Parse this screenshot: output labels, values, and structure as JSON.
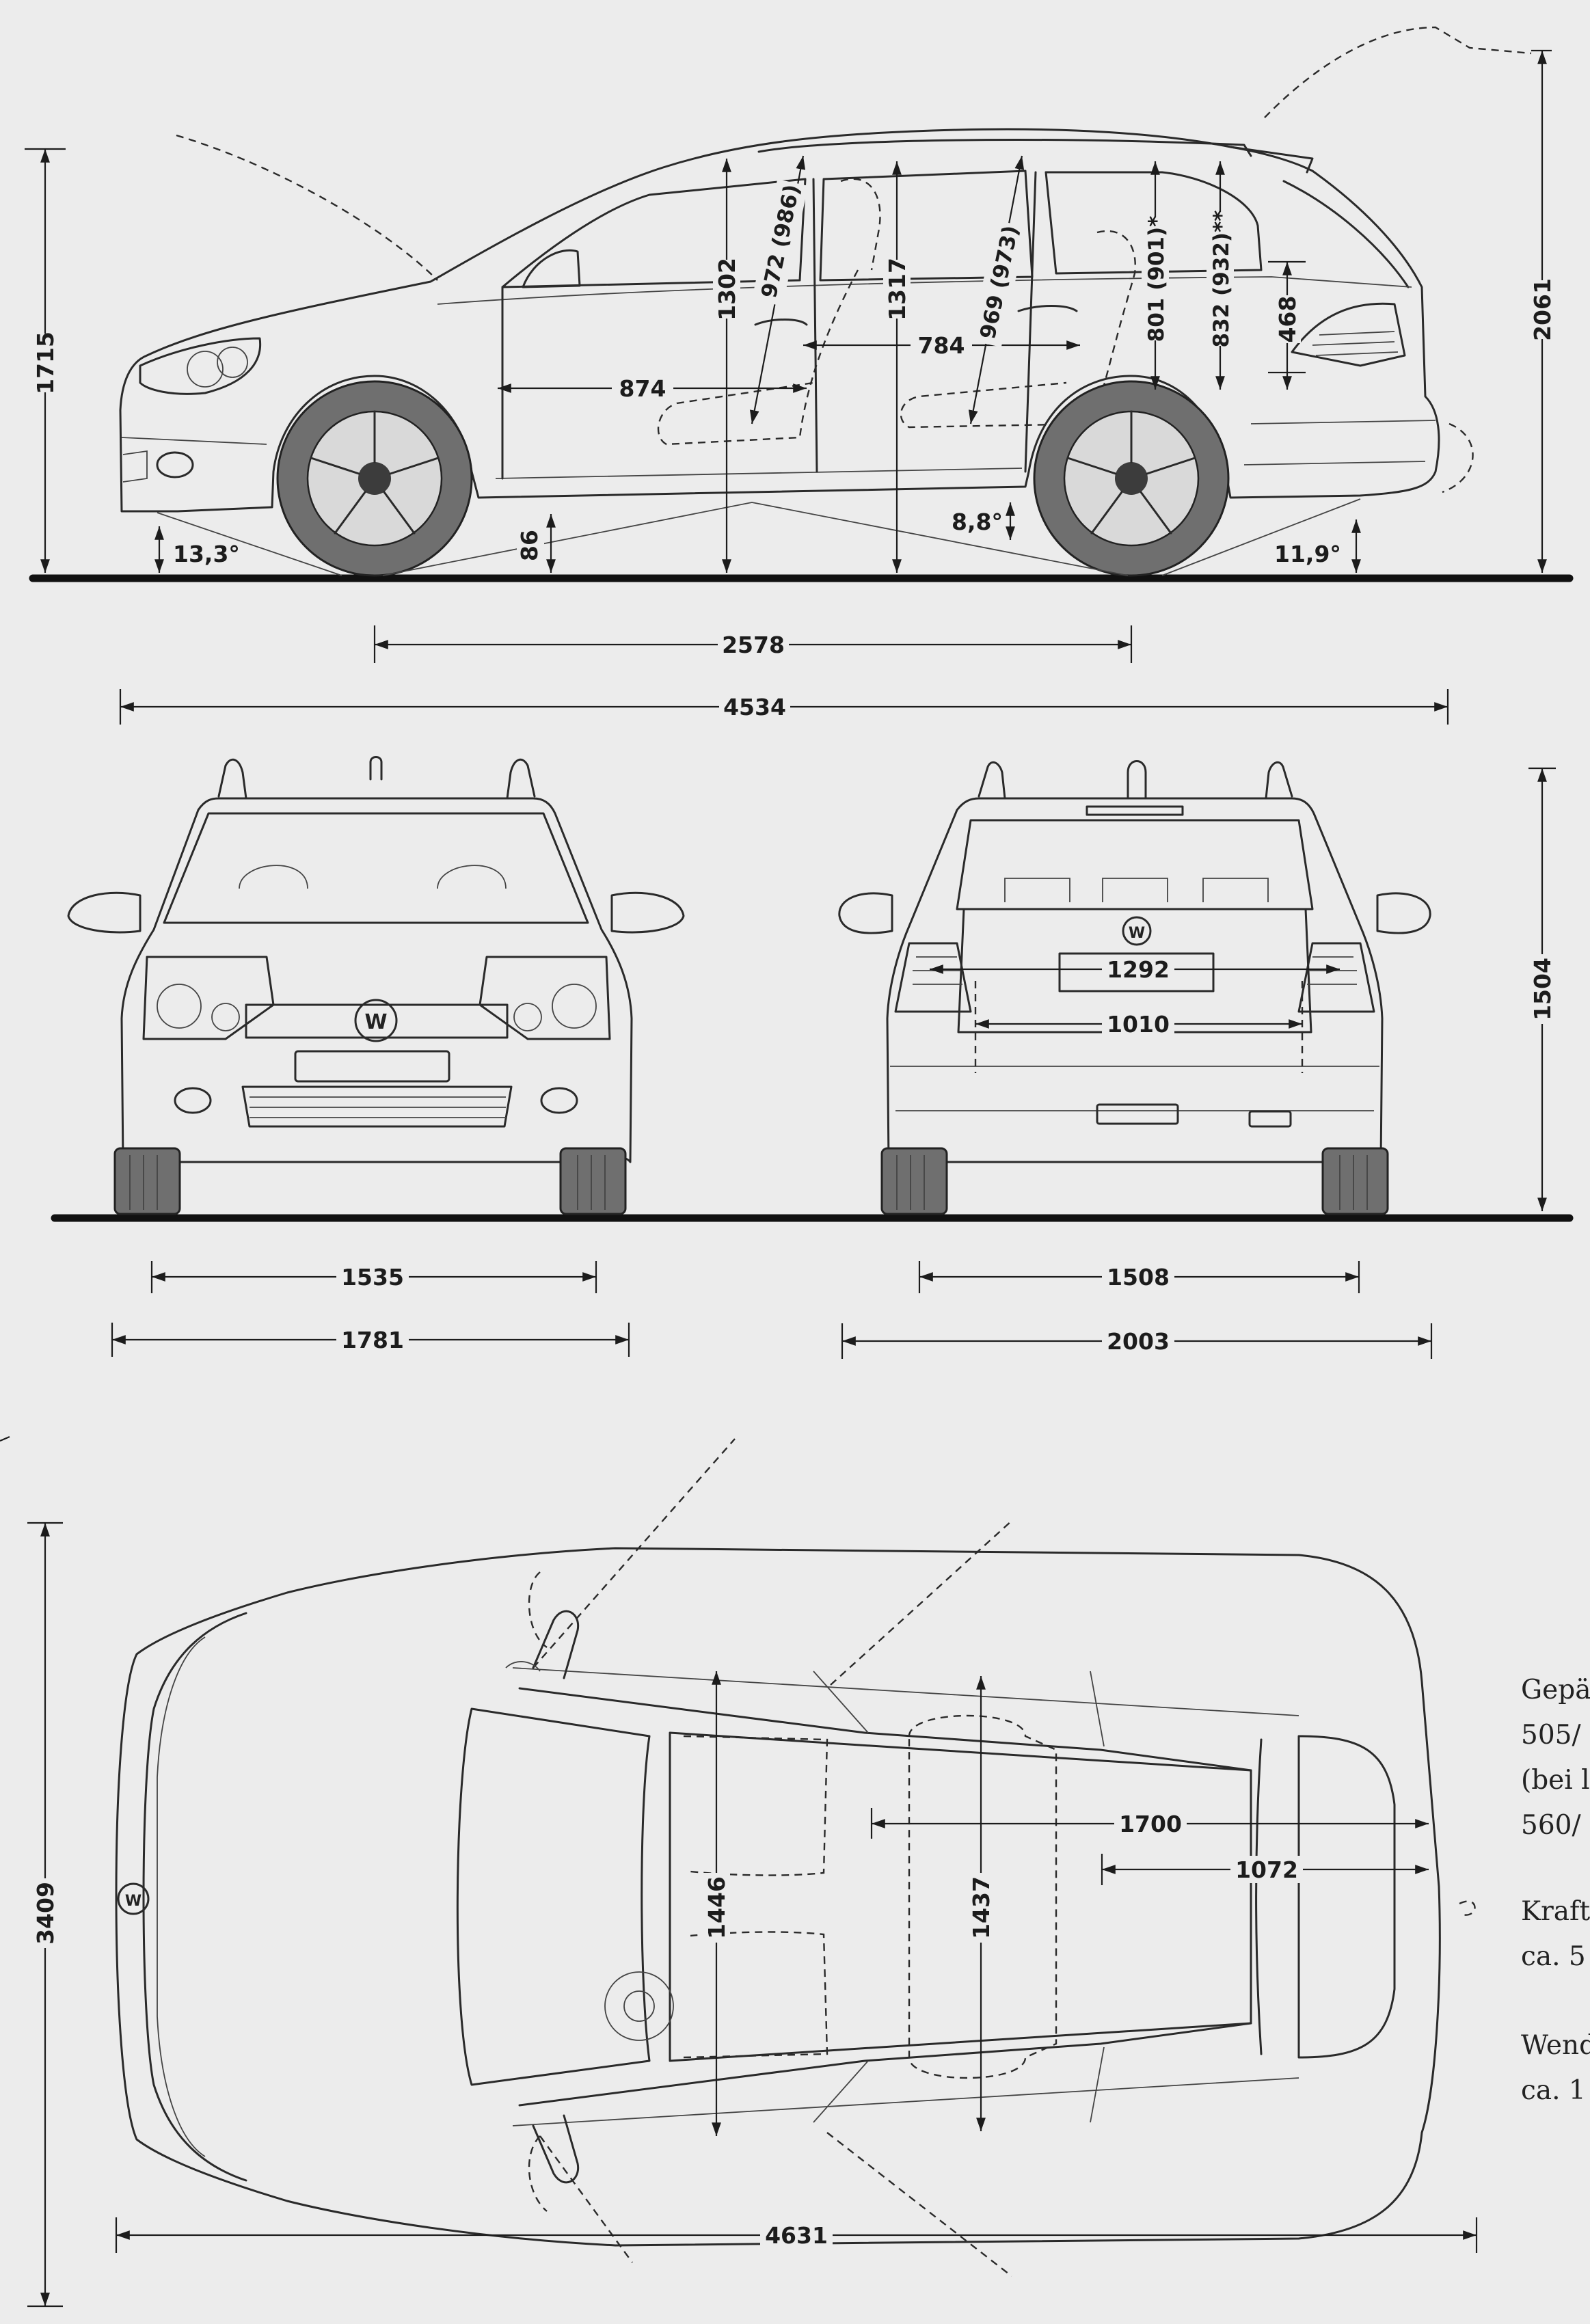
{
  "colors": {
    "background": "#ececec",
    "line": "#222222",
    "tyre": "#6f6f6f"
  },
  "side_view": {
    "height": "1715",
    "length": "4534",
    "wheelbase": "2578",
    "height_open_tailgate": "2061",
    "ground_clearance": "86",
    "approach_angle": "13,3°",
    "ramp_angle": "8,8°",
    "departure_angle": "11,9°",
    "front_headroom": "1302",
    "rear_headroom": "1317",
    "front_legroom": "874",
    "rear_legroom": "784",
    "front_seat_height": "972 (986)",
    "rear_seat_height": "969 (973)",
    "cargo_height_1": "801 (901)*",
    "cargo_height_2": "832 (932)**",
    "loading_sill": "468"
  },
  "front_view": {
    "front_track": "1535",
    "width": "1781"
  },
  "rear_view": {
    "rear_track": "1508",
    "width_mirrors": "2003",
    "height": "1504",
    "tailgate_width_top": "1292",
    "tailgate_width_bottom": "1010"
  },
  "top_view": {
    "length_open_doors": "4631",
    "width_open_doors": "3409",
    "front_interior_width": "1446",
    "rear_interior_width": "1437",
    "cargo_length_folded": "1700",
    "cargo_length": "1072"
  },
  "side_panel": {
    "lines": [
      {
        "text": "Gepä",
        "heading": true
      },
      {
        "text": "505/",
        "heading": false
      },
      {
        "text": "(bei l",
        "heading": false
      },
      {
        "text": "560/",
        "heading": false
      },
      {
        "text": "Kraft",
        "heading": true
      },
      {
        "text": "ca. 5",
        "heading": false
      },
      {
        "text": "Wend",
        "heading": true
      },
      {
        "text": "ca. 1",
        "heading": false
      }
    ]
  }
}
